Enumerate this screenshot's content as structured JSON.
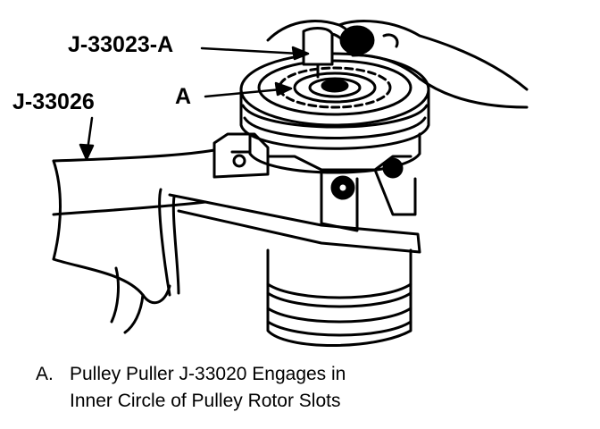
{
  "diagram": {
    "callouts": [
      {
        "id": "j33023a",
        "text": "J-33023-A"
      },
      {
        "id": "j33026",
        "text": "J-33026"
      },
      {
        "id": "a",
        "text": "A"
      }
    ]
  },
  "caption": {
    "marker": "A.",
    "line1": "Pulley Puller J-33020 Engages in",
    "line2": "Inner Circle of Pulley Rotor Slots"
  },
  "colors": {
    "ink": "#000000",
    "paper": "#ffffff"
  }
}
